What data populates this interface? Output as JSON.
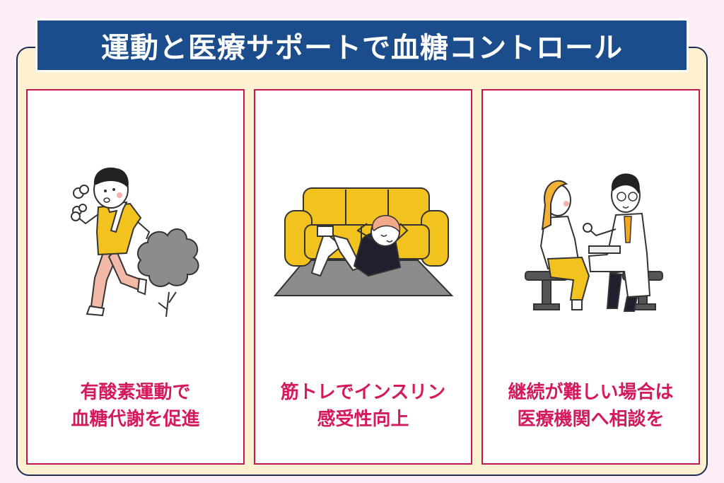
{
  "title": "運動と医療サポートで血糖コントロール",
  "colors": {
    "title_bg": "#1b4c8c",
    "frame_bg": "#fdf1d2",
    "card_border": "#c5184f",
    "caption": "#d4195c",
    "page_bg": "#fbeef6"
  },
  "cards": [
    {
      "illustration": "running-man-illustration",
      "caption_lines": [
        "有酸素運動で",
        "血糖代謝を促進"
      ]
    },
    {
      "illustration": "situp-on-sofa-illustration",
      "caption_lines": [
        "筋トレでインスリン",
        "感受性向上"
      ]
    },
    {
      "illustration": "doctor-consultation-illustration",
      "caption_lines": [
        "継続が難しい場合は",
        "医療機関へ相談を"
      ]
    }
  ]
}
